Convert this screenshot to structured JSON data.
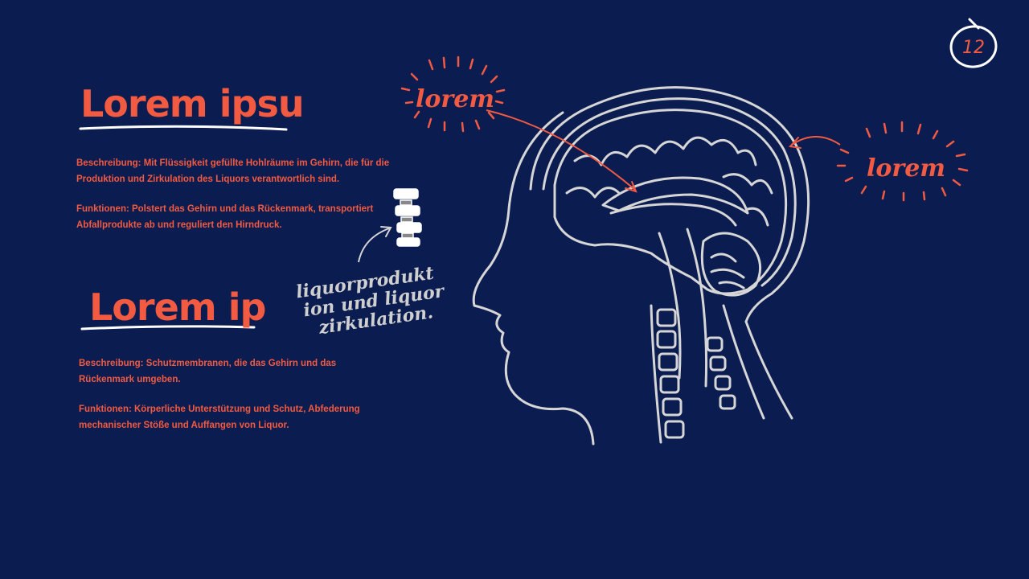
{
  "slide": {
    "page_number": "12",
    "section1": {
      "heading": "Lorem ipsu",
      "description": "Beschreibung: Mit Flüssigkeit gefüllte Hohlräume im Gehirn, die für die Produktion und Zirkulation des Liquors verantwortlich sind.",
      "functions": "Funktionen: Polstert das Gehirn und das Rückenmark, transportiert Abfallprodukte ab und reguliert den Hirndruck."
    },
    "section2": {
      "heading": "Lorem ip",
      "description": "Beschreibung: Schutzmembranen, die das Gehirn und das Rückenmark umgeben.",
      "functions": "Funktionen: Körperliche Unterstützung und Schutz, Abfederung mechanischer Stöße und Auffangen von Liquor."
    },
    "callouts": {
      "left": "lorem",
      "right": "lorem"
    },
    "handwritten_note": [
      "liquorprodukt",
      "ion und liquor",
      "zirkulation."
    ]
  },
  "colors": {
    "background": "#0b1c50",
    "accent": "#f25a41",
    "line": "#d6d6d6"
  }
}
